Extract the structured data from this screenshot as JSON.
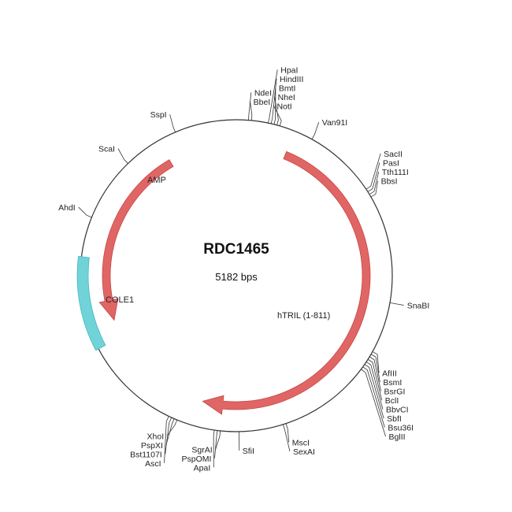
{
  "plasmid": {
    "name": "RDC1465",
    "size_label": "5182 bps",
    "backbone_color": "#333333"
  },
  "features": [
    {
      "id": "htril",
      "label": "hTRIL (1-811)",
      "type": "arrow",
      "color": "#e06666",
      "stroke": "#c94444",
      "start_deg": 22,
      "end_deg": 195,
      "direction": "cw"
    },
    {
      "id": "amp",
      "label": "AMP",
      "type": "arrow",
      "color": "#e06666",
      "stroke": "#c94444",
      "start_deg": 330,
      "end_deg": 250,
      "direction": "ccw"
    },
    {
      "id": "cole1",
      "label": "COLE1",
      "type": "box",
      "color": "#6fd3d8",
      "stroke": "#4bb9bf",
      "start_deg": 277,
      "end_deg": 242
    }
  ],
  "site_groups": [
    {
      "anchor_deg": 29,
      "names": [
        "Van91I"
      ]
    },
    {
      "anchor_deg": 58,
      "names": [
        "SacII",
        "PasI",
        "Tth111I",
        "BbsI"
      ]
    },
    {
      "anchor_deg": 100,
      "names": [
        "SnaBI"
      ]
    },
    {
      "anchor_deg": 123,
      "names": [
        "AfIII",
        "BsmI",
        "BsrGI",
        "BclI",
        "BbvCI",
        "SbfI",
        "Bsu36I",
        "BglII"
      ]
    },
    {
      "anchor_deg": 162,
      "names": [
        "MscI",
        "SexAI"
      ]
    },
    {
      "anchor_deg": 179,
      "names": [
        "SfiI"
      ]
    },
    {
      "anchor_deg": 187,
      "names": [
        "SgrAI",
        "PspOMI",
        "ApaI"
      ]
    },
    {
      "anchor_deg": 204,
      "names": [
        "XhoI",
        "PspXI",
        "Bst1107I",
        "AscI"
      ]
    },
    {
      "anchor_deg": 292,
      "names": [
        "AhdI"
      ]
    },
    {
      "anchor_deg": 316,
      "names": [
        "ScaI"
      ]
    },
    {
      "anchor_deg": 337,
      "names": [
        "SspI"
      ]
    },
    {
      "anchor_deg": 5,
      "names": [
        "NdeI",
        "BbeI"
      ]
    },
    {
      "anchor_deg": 14,
      "names": [
        "HpaI",
        "HindIII",
        "BmtI",
        "NheI",
        "NotI"
      ]
    }
  ]
}
